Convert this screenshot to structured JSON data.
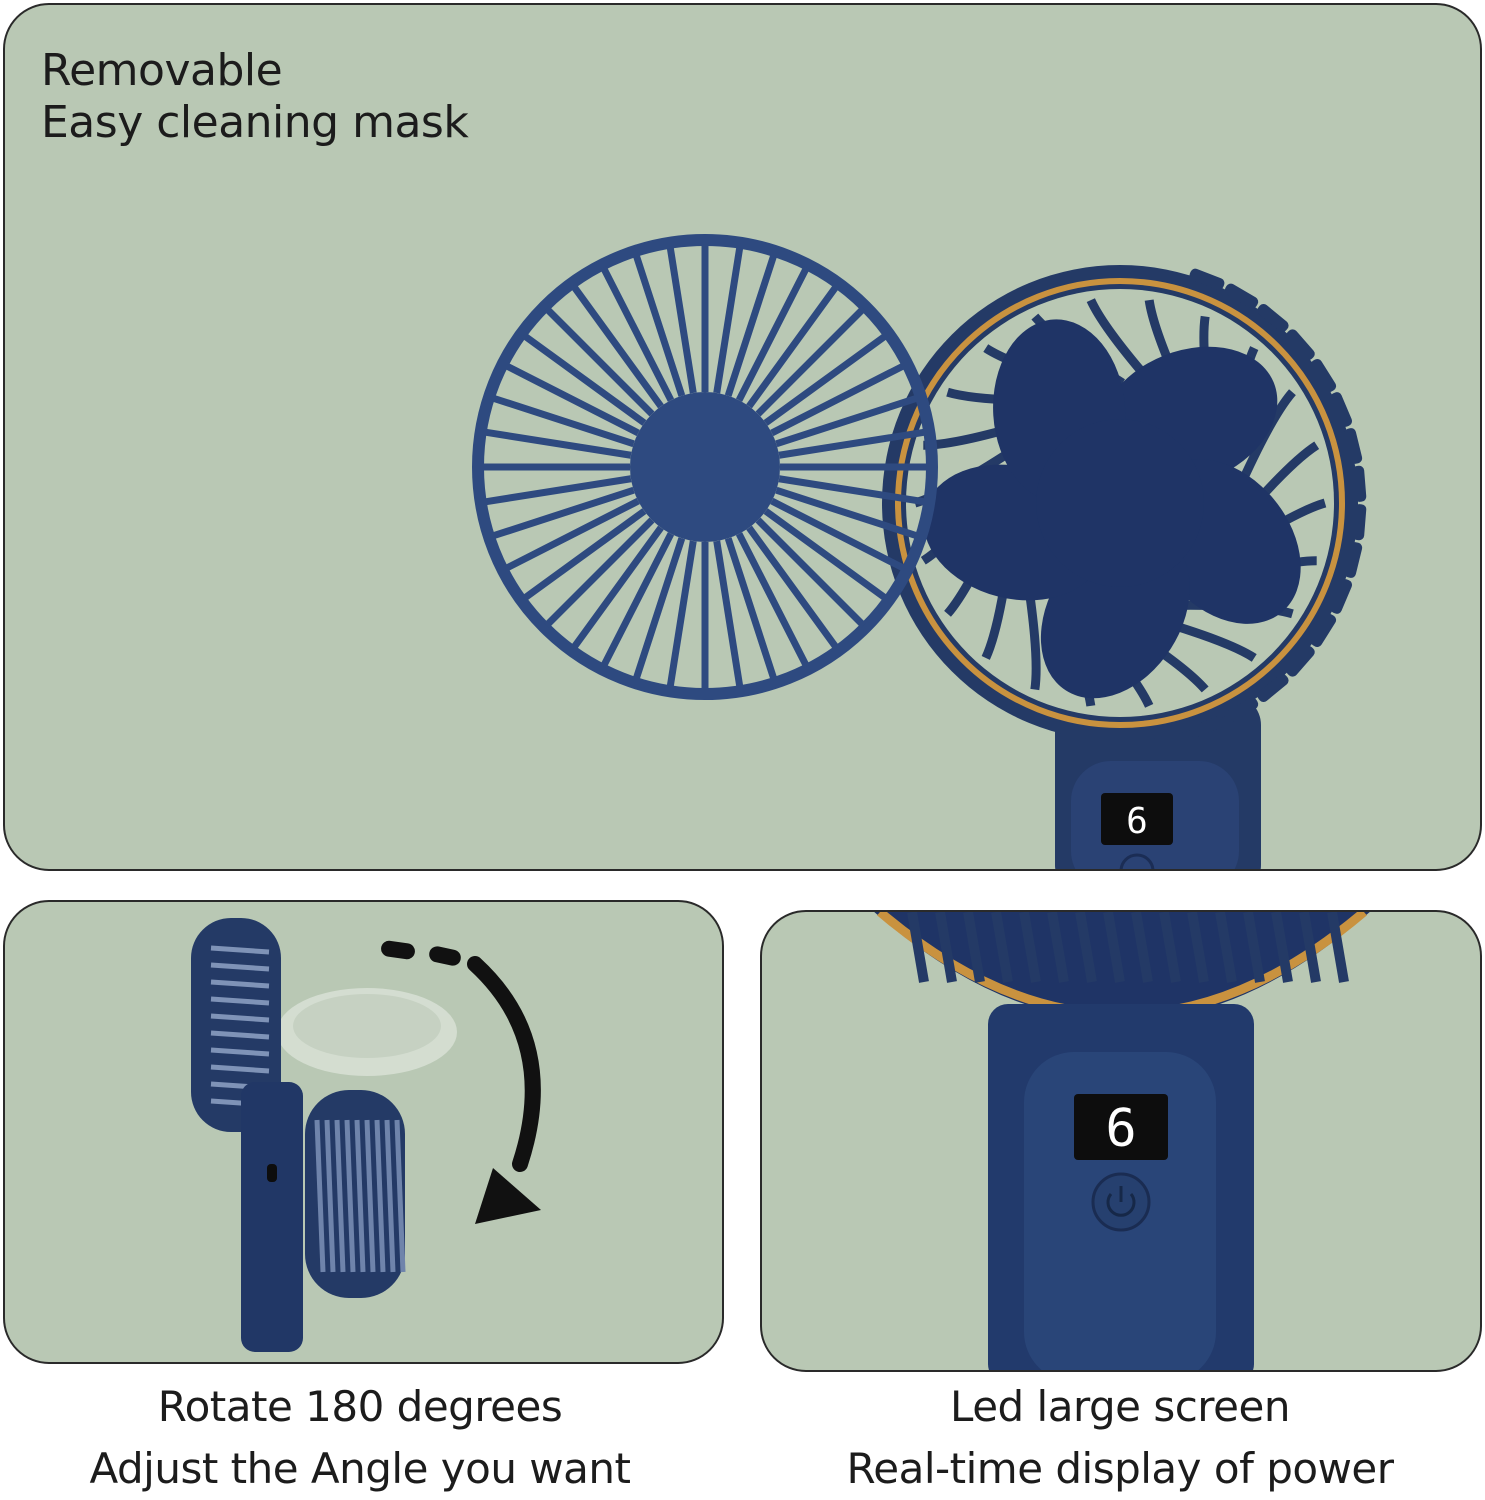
{
  "top_panel": {
    "title": "Removable",
    "subtitle": "Easy cleaning mask",
    "display_digit": "6"
  },
  "left_panel": {
    "caption_title": "Rotate 180 degrees",
    "caption_subtitle": "Adjust the Angle you want"
  },
  "right_panel": {
    "display_digit": "6",
    "caption_title": "Led large screen",
    "caption_subtitle": "Real-time display of power"
  },
  "colors": {
    "panel_background": "#b9c8b4",
    "fan_navy": "#243a66",
    "accent_gold": "#c9923f",
    "display_black": "#0d0d0d"
  },
  "icons": [
    "fan-guard-icon",
    "fan-body-icon",
    "rotation-arrow-icon",
    "power-button-icon"
  ]
}
